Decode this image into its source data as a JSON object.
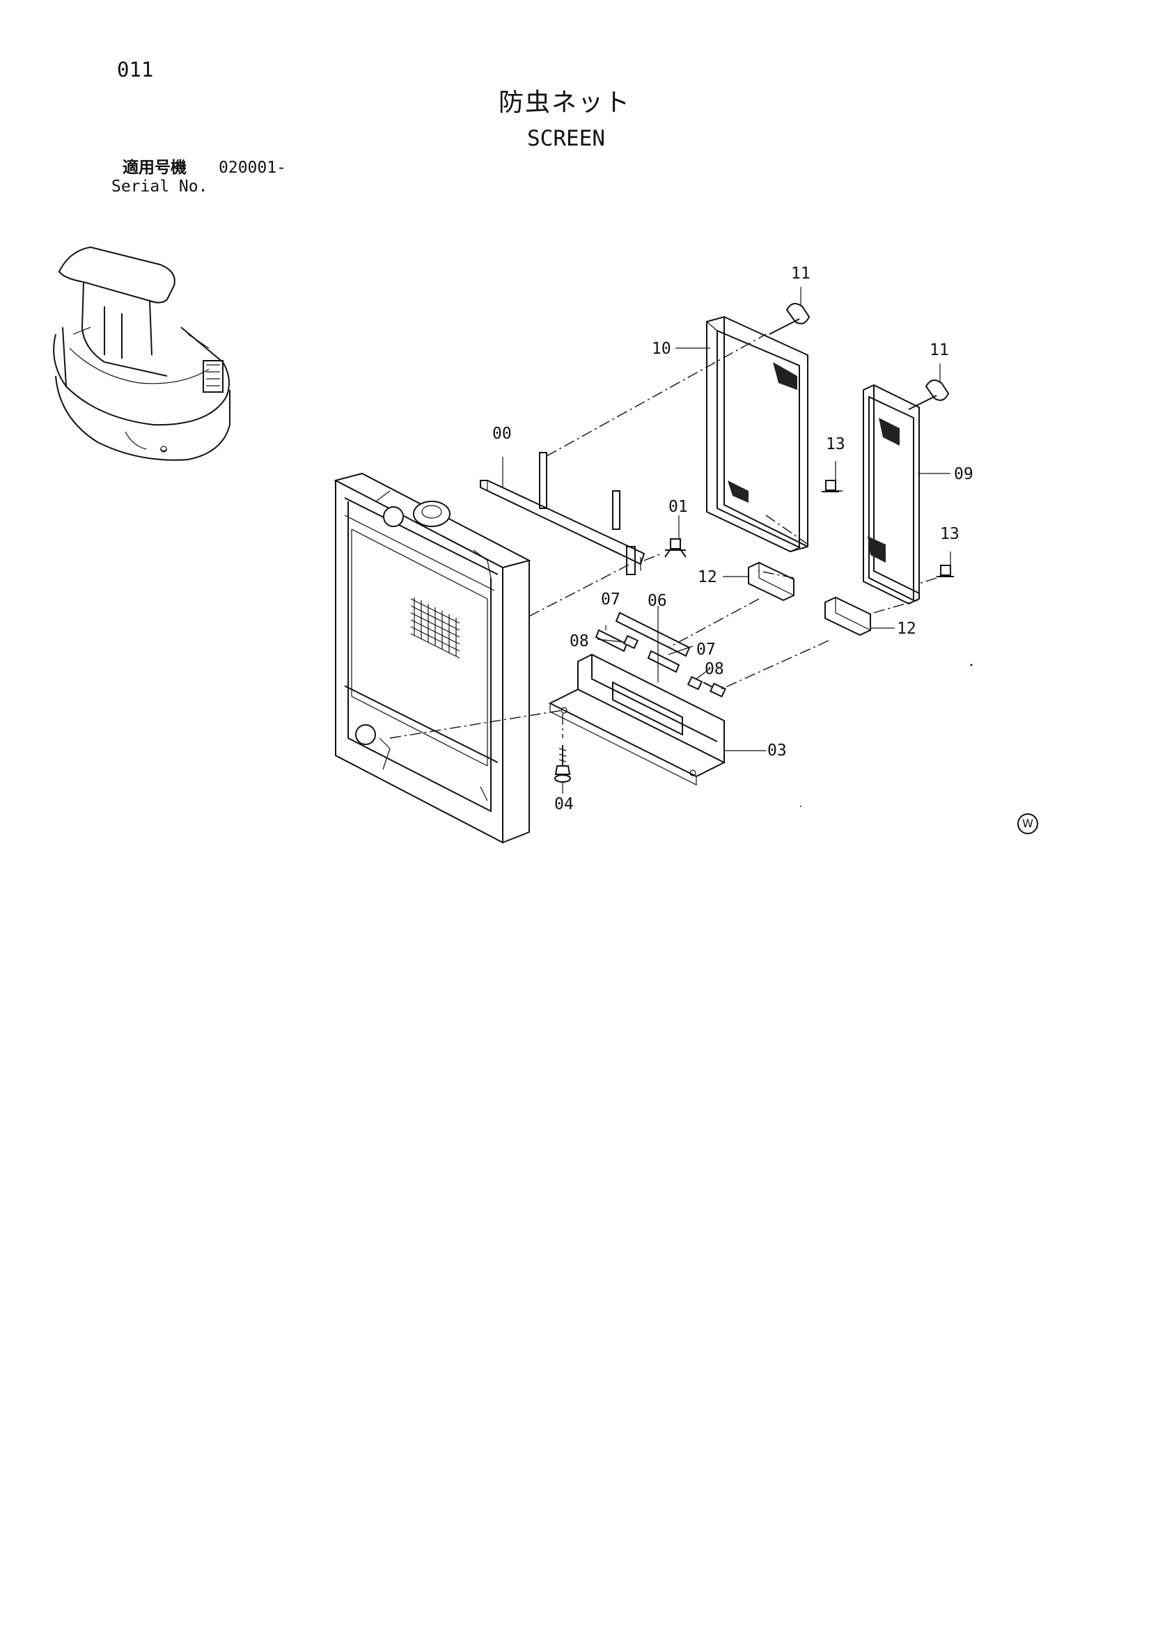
{
  "header": {
    "page_number": "011",
    "title_jp": "防虫ネット",
    "title_en": "SCREEN",
    "serial_label_jp": "適用号機",
    "serial_value": "020001-",
    "serial_label_en": "Serial No."
  },
  "callouts": {
    "p00": "00",
    "p01": "01",
    "p03": "03",
    "p04": "04",
    "p06": "06",
    "p07a": "07",
    "p07b": "07",
    "p08a": "08",
    "p08b": "08",
    "p09": "09",
    "p10": "10",
    "p11a": "11",
    "p11b": "11",
    "p12a": "12",
    "p12b": "12",
    "p13a": "13",
    "p13b": "13"
  },
  "mark": "W"
}
